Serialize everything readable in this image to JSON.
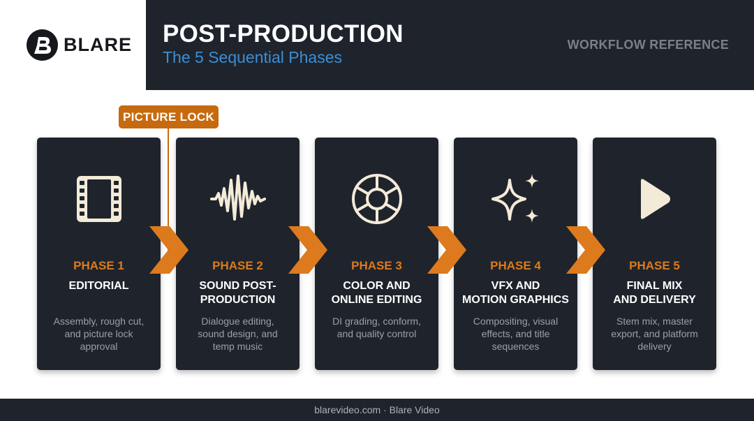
{
  "brand": {
    "name": "BLARE",
    "logo_icon": "blare-b-icon"
  },
  "header": {
    "title": "POST-PRODUCTION",
    "subtitle": "The 5 Sequential Phases",
    "right_label": "WORKFLOW REFERENCE"
  },
  "milestone": {
    "label": "PICTURE LOCK"
  },
  "phases": [
    {
      "number": "PHASE 1",
      "name_line1": "EDITORIAL",
      "name_line2": "",
      "desc_line1": "Assembly, rough cut,",
      "desc_line2": "and picture lock",
      "desc_line3": "approval",
      "icon": "film-strip-icon"
    },
    {
      "number": "PHASE 2",
      "name_line1": "SOUND POST-",
      "name_line2": "PRODUCTION",
      "desc_line1": "Dialogue editing,",
      "desc_line2": "sound design, and",
      "desc_line3": "temp music",
      "icon": "waveform-icon"
    },
    {
      "number": "PHASE 3",
      "name_line1": "COLOR AND",
      "name_line2": "ONLINE EDITING",
      "desc_line1": "DI grading, conform,",
      "desc_line2": "and quality control",
      "desc_line3": "",
      "icon": "color-wheel-icon"
    },
    {
      "number": "PHASE 4",
      "name_line1": "VFX AND",
      "name_line2": "MOTION GRAPHICS",
      "desc_line1": "Compositing, visual",
      "desc_line2": "effects, and title",
      "desc_line3": "sequences",
      "icon": "sparkle-icon"
    },
    {
      "number": "PHASE 5",
      "name_line1": "FINAL MIX",
      "name_line2": "AND DELIVERY",
      "desc_line1": "Stem mix, master",
      "desc_line2": "export, and platform",
      "desc_line3": "delivery",
      "icon": "play-icon"
    }
  ],
  "footer": {
    "text": "blarevideo.com · Blare Video"
  },
  "colors": {
    "dark": "#1f242c",
    "accent_orange": "#dd7a1d",
    "milestone_orange": "#c76a0f",
    "subtitle_blue": "#3c8ed6",
    "icon_cream": "#f3ead8"
  }
}
